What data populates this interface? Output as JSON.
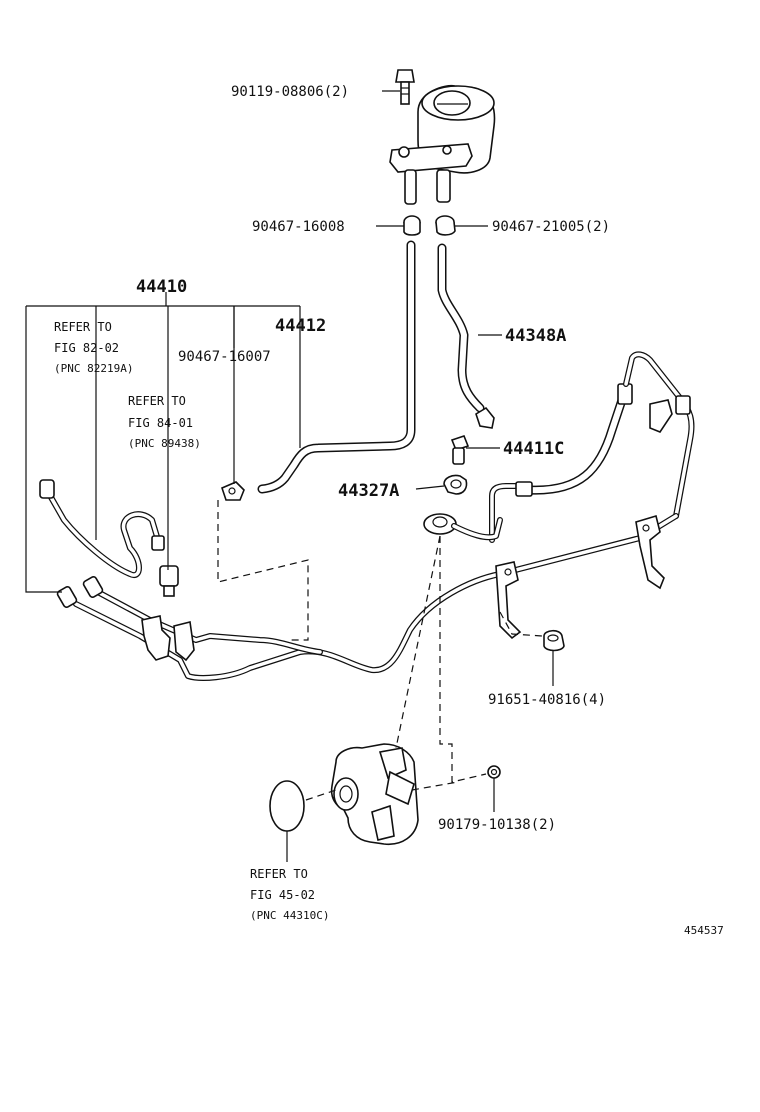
{
  "labels": {
    "bolt_90119": "90119-08806(2)",
    "clip_90467_16008": "90467-16008",
    "clip_90467_21005": "90467-21005(2)",
    "hose_44410": "44410",
    "hose_44412": "44412",
    "hose_44348a": "44348A",
    "clip_90467_16007": "90467-16007",
    "union_44411c": "44411C",
    "gasket_44327a": "44327A",
    "nut_91651": "91651-40816(4)",
    "nut_90179": "90179-10138(2)",
    "ref_82_line1": "REFER TO",
    "ref_82_line2": "FIG 82-02",
    "ref_82_line3": "(PNC 82219A)",
    "ref_84_line1": "REFER TO",
    "ref_84_line2": "FIG 84-01",
    "ref_84_line3": "(PNC 89438)",
    "ref_45_line1": "REFER TO",
    "ref_45_line2": "FIG 45-02",
    "ref_45_line3": "(PNC 44310C)",
    "diagram_id": "454537"
  }
}
